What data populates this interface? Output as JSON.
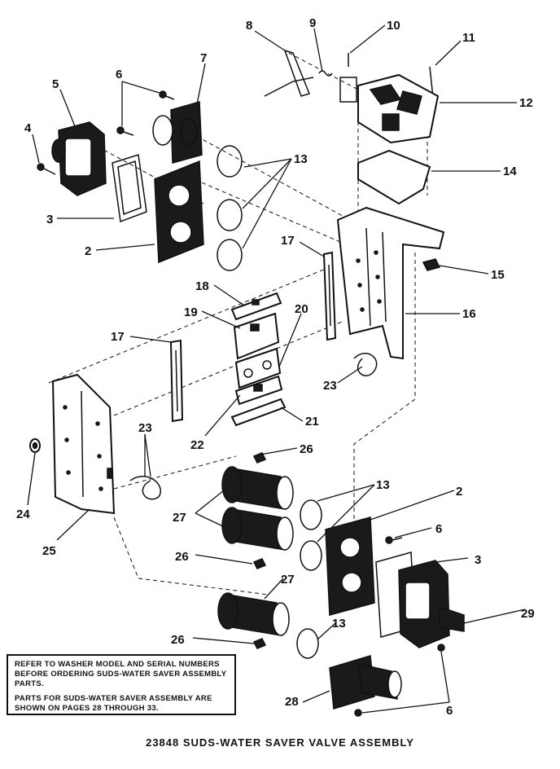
{
  "diagram": {
    "callouts": {
      "c2a": "2",
      "c2b": "2",
      "c3a": "3",
      "c3b": "3",
      "c4": "4",
      "c5": "5",
      "c6a": "6",
      "c6b": "6",
      "c7": "7",
      "c8": "8",
      "c9": "9",
      "c10": "10",
      "c11": "11",
      "c12": "12",
      "c13a": "13",
      "c13b": "13",
      "c13c": "13",
      "c14": "14",
      "c15": "15",
      "c16": "16",
      "c17a": "17",
      "c17b": "17",
      "c18": "18",
      "c19": "19",
      "c20": "20",
      "c21": "21",
      "c22": "22",
      "c23a": "23",
      "c23b": "23",
      "c24": "24",
      "c25": "25",
      "c26a": "26",
      "c26b": "26",
      "c26c": "26",
      "c27a": "27",
      "c27b": "27",
      "c28": "28",
      "c29": "29",
      "c6c": "6"
    },
    "notice": {
      "line1": "Refer to washer model and serial numbers before ordering suds-water saver assembly parts.",
      "line2": "Parts for suds-water saver assembly are shown on pages 28 through 33."
    },
    "caption": "23848 SUDS-WATER SAVER VALVE ASSEMBLY"
  }
}
